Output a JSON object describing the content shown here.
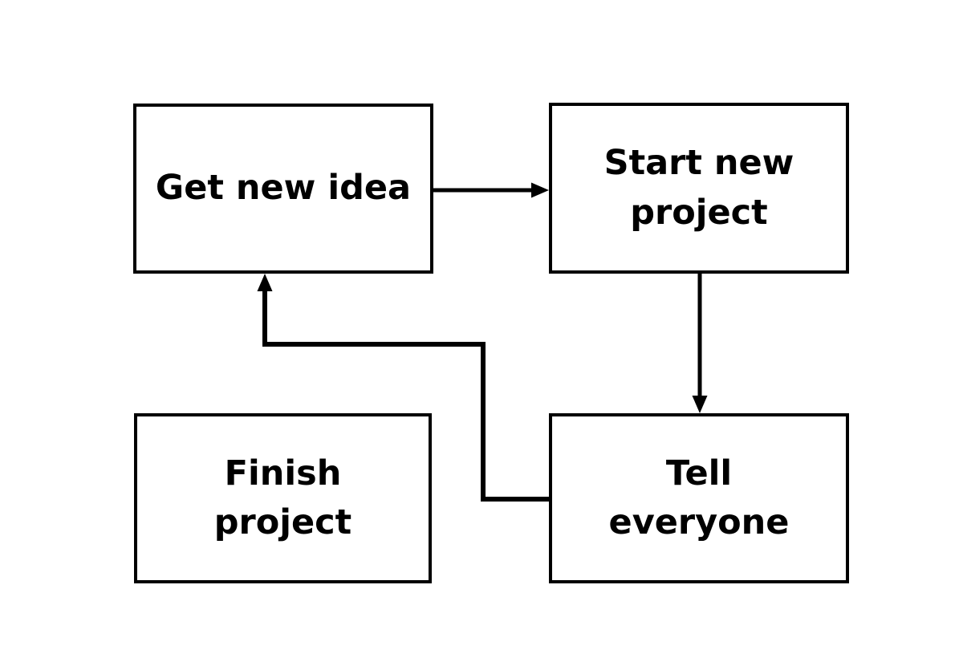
{
  "diagram": {
    "type": "flowchart",
    "background_color": "#ffffff",
    "stroke_color": "#000000",
    "text_color": "#000000",
    "nodes": [
      {
        "id": "get-new-idea",
        "label": "Get new idea"
      },
      {
        "id": "start-new-project",
        "label": "Start new\nproject"
      },
      {
        "id": "tell-everyone",
        "label": "Tell\neveryone"
      },
      {
        "id": "finish-project",
        "label": "Finish\nproject"
      }
    ],
    "edges": [
      {
        "from": "get-new-idea",
        "to": "start-new-project",
        "style": "straight-right-arrow"
      },
      {
        "from": "start-new-project",
        "to": "tell-everyone",
        "style": "straight-down-arrow"
      },
      {
        "from": "tell-everyone",
        "to": "get-new-idea",
        "style": "elbow-loop-up-arrow"
      }
    ]
  }
}
